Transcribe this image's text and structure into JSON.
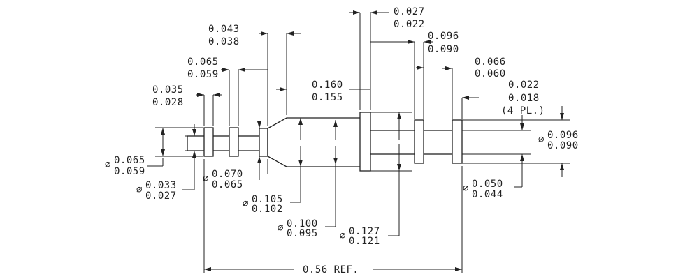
{
  "labels": {
    "d1": [
      "0.027",
      "0.022"
    ],
    "d2": [
      "0.043",
      "0.038"
    ],
    "d3": [
      "0.096",
      "0.090"
    ],
    "d4": [
      "0.065",
      "0.059"
    ],
    "d5": [
      "0.066",
      "0.060"
    ],
    "d6": [
      "0.035",
      "0.028"
    ],
    "d7": [
      "0.022",
      "0.018",
      "(4 PL.)"
    ],
    "d8": [
      "0.160",
      "0.155"
    ],
    "dia1": [
      "0.065",
      "0.059"
    ],
    "dia2": [
      "0.033",
      "0.027"
    ],
    "dia3": [
      "0.070",
      "0.065"
    ],
    "dia4": [
      "0.105",
      "0.102"
    ],
    "dia5": [
      "0.100",
      "0.095"
    ],
    "dia6": [
      "0.127",
      "0.121"
    ],
    "dia7": [
      "0.096",
      "0.090"
    ],
    "dia8": [
      "0.050",
      "0.044"
    ],
    "ref": "0.56 REF."
  },
  "symbols": {
    "diameter": "⌀"
  }
}
